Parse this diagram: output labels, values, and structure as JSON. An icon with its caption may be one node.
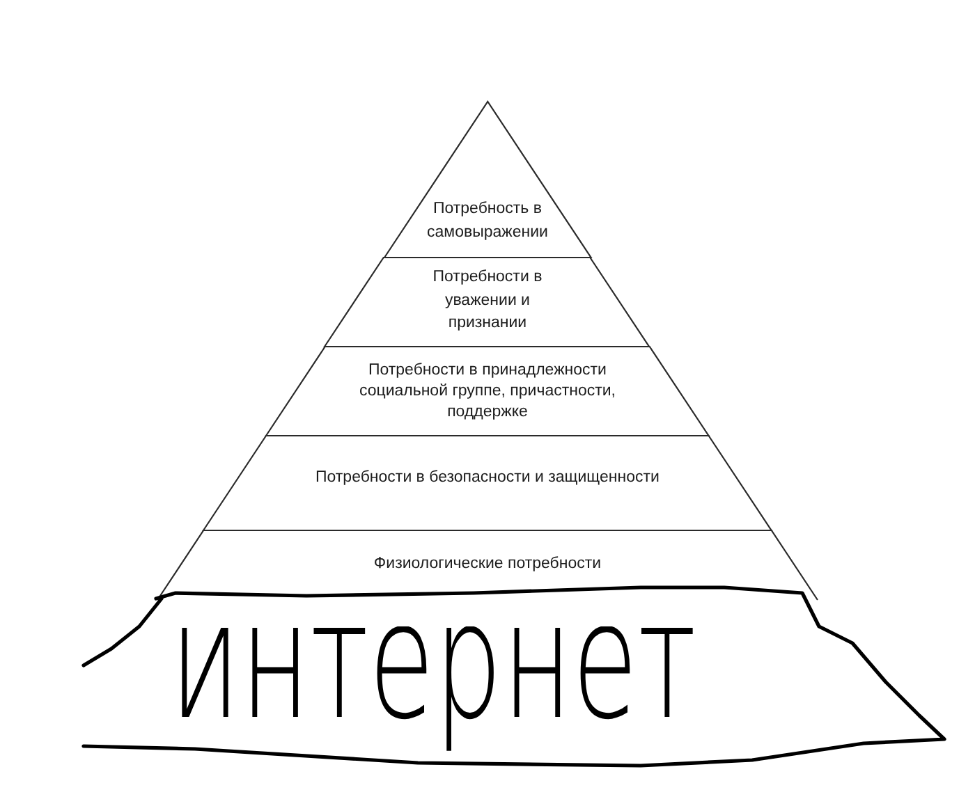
{
  "diagram": {
    "nodes": [
      {
        "text": [
          "Потребность в самовыражении"
        ]
      },
      {
        "text": [
          "Потребности в уважении и признании"
        ]
      },
      {
        "text": [
          "Потребности в принадлежности социальной группе, причастности, поддержке"
        ]
      },
      {
        "text": [
          "Потребности в безопасности и защищенности"
        ]
      },
      {
        "text": [
          "Физиологические потребности"
        ]
      },
      {
        "text": [
          "интернет"
        ]
      }
    ]
  }
}
